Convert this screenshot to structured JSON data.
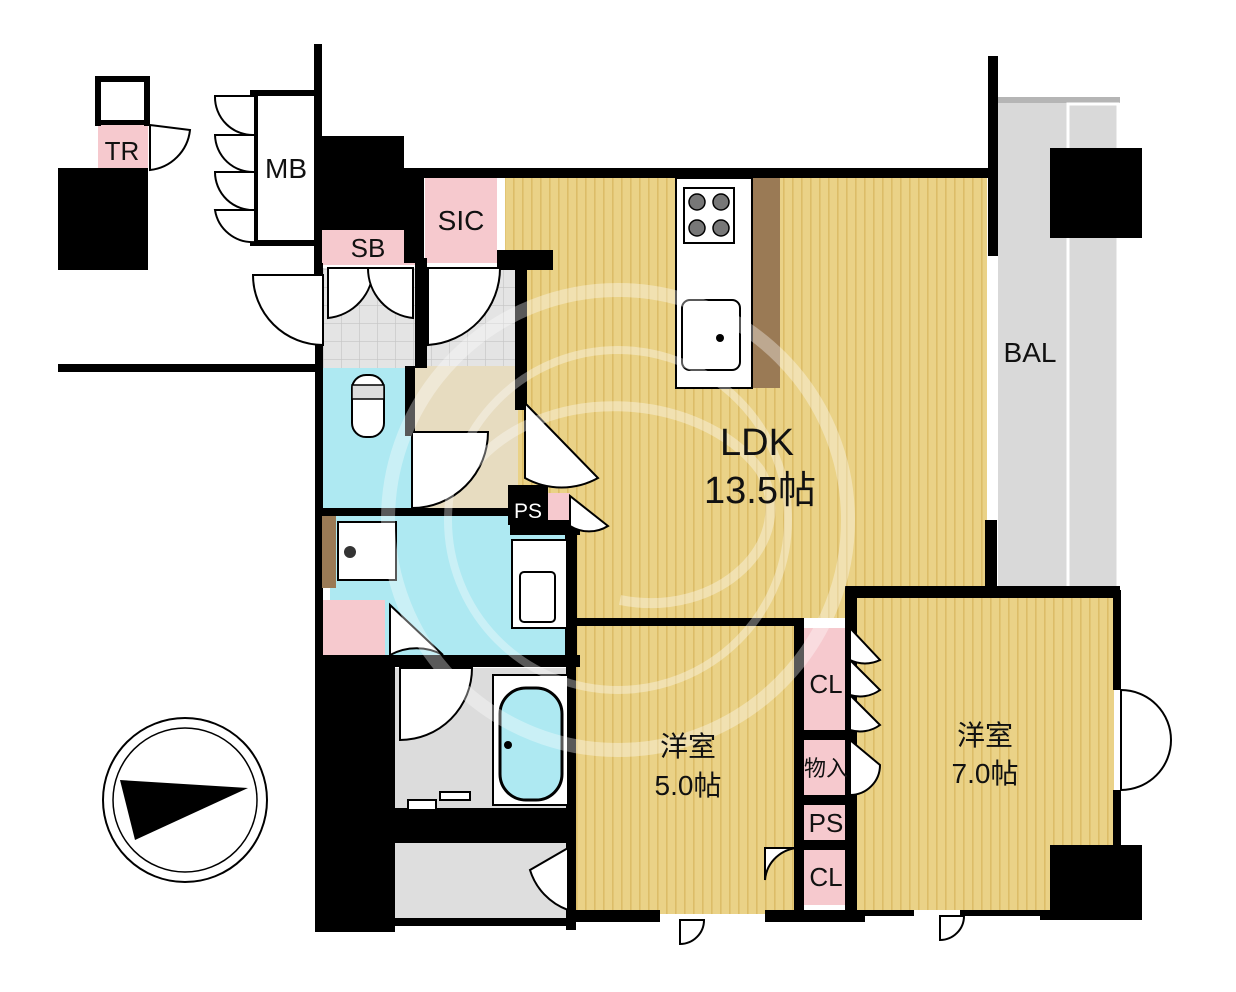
{
  "colors": {
    "wall": "#000000",
    "wood_floor": "#ead287",
    "wood_stripe": "#e3c677",
    "wet_area": "#aee9f2",
    "storage": "#f6c9ce",
    "tile": "#d6d6d6",
    "balcony": "#d9d9d9",
    "kitchen_panel": "#9a7a55"
  },
  "labels": {
    "tr": "TR",
    "mb": "MB",
    "sb": "SB",
    "sic": "SIC",
    "bal": "BAL",
    "ldk_name": "LDK",
    "ldk_size": "13.5帖",
    "ps_upper": "PS",
    "ps_lower": "PS",
    "cl_upper": "CL",
    "cl_lower": "CL",
    "monoire": "物入",
    "room1_name": "洋室",
    "room1_size": "5.0帖",
    "room2_name": "洋室",
    "room2_size": "7.0帖"
  },
  "icons": {
    "compass": "north-arrow-icon",
    "watermark": "seal-watermark-icon"
  }
}
